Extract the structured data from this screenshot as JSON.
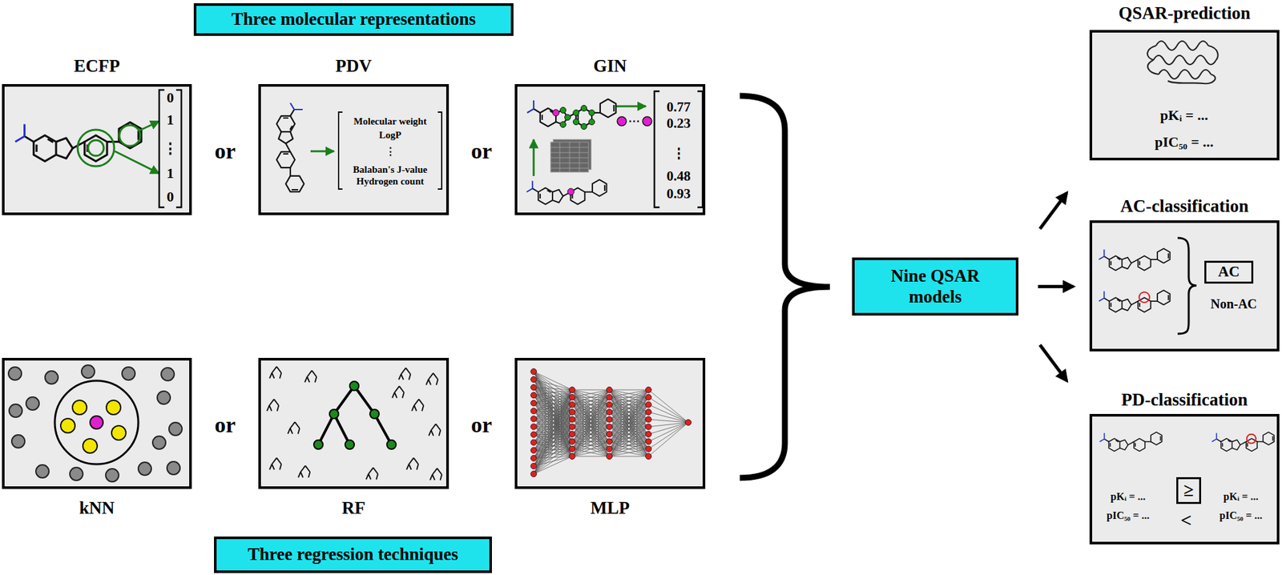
{
  "diagram": {
    "nodes": [
      {
        "text": [
          "Three molecular representations"
        ]
      },
      {
        "text": [
          "ECFP"
        ]
      },
      {
        "text": [
          "PDV"
        ]
      },
      {
        "text": [
          "GIN"
        ]
      },
      {
        "text": [
          "kNN"
        ]
      },
      {
        "text": [
          "RF"
        ]
      },
      {
        "text": [
          "MLP"
        ]
      },
      {
        "text": [
          "Three regression techniques"
        ]
      },
      {
        "text": [
          "Nine QSAR models"
        ]
      },
      {
        "text": [
          "QSAR-prediction"
        ]
      },
      {
        "text": [
          "AC-classification"
        ]
      },
      {
        "text": [
          "AC"
        ],
        "in": 10
      },
      {
        "text": [
          "PD-classification"
        ]
      },
      {
        "text": [
          "≥"
        ],
        "in": 12
      }
    ],
    "edges": [
      {
        "from": 8,
        "to": 9,
        "arrow": "to"
      },
      {
        "from": 8,
        "to": 10,
        "arrow": "to"
      },
      {
        "from": 8,
        "to": 12,
        "arrow": "to"
      }
    ],
    "labels": [
      "or",
      "or",
      "0",
      "1",
      "⋮",
      "1",
      "0",
      "Molecular weight",
      "LogP",
      "⋮",
      "Balaban's J-value",
      "Hydrogen count",
      "0.77",
      "0.23",
      "⋮",
      "0.48",
      "0.93",
      "or",
      "or",
      "pKᵢ = ...",
      "pIC₅₀ = ...",
      "Non-AC",
      "pKᵢ = ...",
      "pIC₅₀ = ...",
      "<",
      "pKᵢ = ...",
      "pIC₅₀ = ..."
    ]
  }
}
